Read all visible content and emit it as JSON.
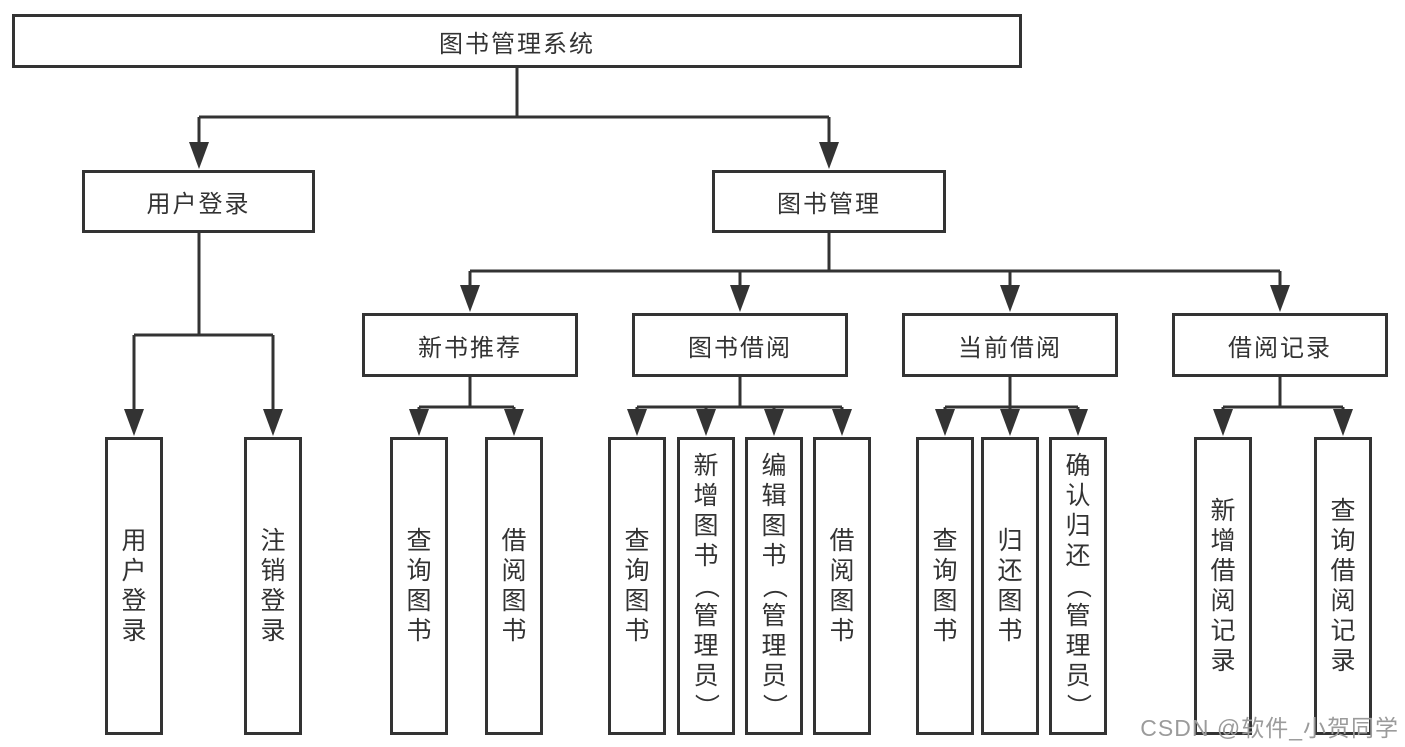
{
  "diagram": {
    "root_label": "图书管理系统",
    "branches": [
      {
        "label": "用户登录",
        "leaves": [
          "用户登录",
          "注销登录"
        ]
      },
      {
        "label": "图书管理",
        "groups": [
          {
            "label": "新书推荐",
            "leaves": [
              "查询图书",
              "借阅图书"
            ]
          },
          {
            "label": "图书借阅",
            "leaves": [
              "查询图书",
              "新增图书（管理员）",
              "编辑图书（管理员）",
              "借阅图书"
            ]
          },
          {
            "label": "当前借阅",
            "leaves": [
              "查询图书",
              "归还图书",
              "确认归还（管理员）"
            ]
          },
          {
            "label": "借阅记录",
            "leaves": [
              "新增借阅记录",
              "查询借阅记录"
            ]
          }
        ]
      }
    ],
    "watermark": "CSDN @软件_小贺同学",
    "colors": {
      "line": "#333333",
      "text": "#333333",
      "watermark": "#9b9b9b",
      "background": "#ffffff"
    }
  }
}
